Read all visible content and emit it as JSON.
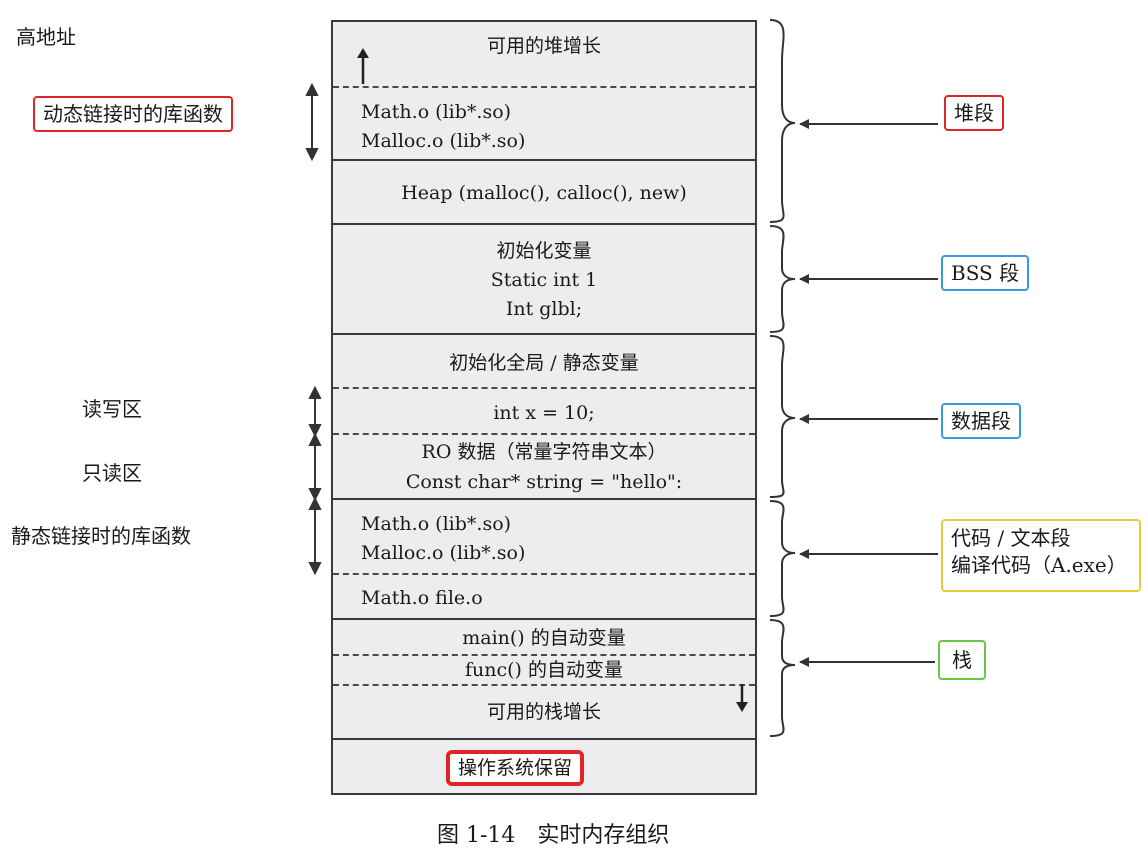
{
  "left_labels": {
    "high_address": "高地址",
    "dynamic_lib": "动态链接时的库函数",
    "read_write": "读写区",
    "read_only": "只读区",
    "static_lib": "静态链接时的库函数"
  },
  "memory": {
    "heap_growth": "可用的堆增长",
    "dyn_math": "Math.o (lib*.so)",
    "dyn_malloc": "Malloc.o (lib*.so)",
    "heap": "Heap (malloc(), calloc(), new)",
    "bss_title": "初始化变量",
    "bss_static": "Static int 1",
    "bss_int": "Int glbl;",
    "data_title": "初始化全局 / 静态变量",
    "data_int": "int x = 10;",
    "ro_title": "RO 数据（常量字符串文本）",
    "ro_const": "Const char* string = \"hello\":",
    "static_math": "Math.o (lib*.so)",
    "static_malloc": "Malloc.o (lib*.so)",
    "math_file": "Math.o file.o",
    "stack_main": "main() 的自动变量",
    "stack_func": "func() 的自动变量",
    "stack_growth": "可用的栈增长",
    "os_reserved": "操作系统保留"
  },
  "segments": {
    "heap": "堆段",
    "bss": "BSS 段",
    "data": "数据段",
    "code_line1": "代码 / 文本段",
    "code_line2": "编译代码（A.exe）",
    "stack": "栈"
  },
  "caption": "图 1-14　实时内存组织",
  "colors": {
    "red": "#e0242a",
    "blue": "#3a9bd9",
    "yellow": "#e6cc3a",
    "green": "#6cc644"
  }
}
